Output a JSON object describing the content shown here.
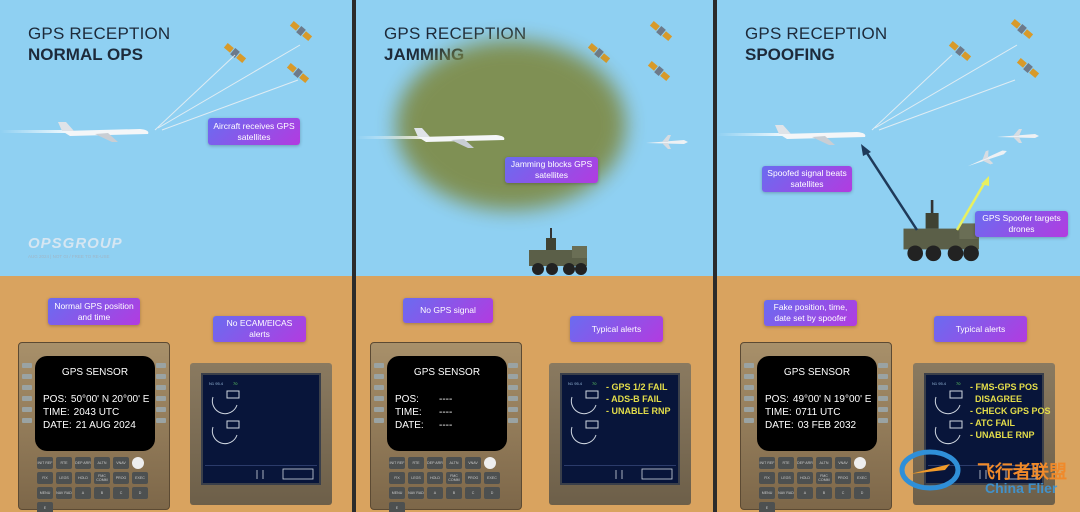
{
  "panels": [
    {
      "title_line1": "GPS RECEPTION",
      "title_line2": "NORMAL OPS",
      "scene_callout": "Aircraft receives GPS satellites",
      "cdu_callout": "Normal GPS position and time",
      "eicas_callout": "No ECAM/EICAS alerts",
      "cdu": {
        "header": "GPS SENSOR",
        "pos_label": "POS:",
        "pos": "50°00' N 20°00' E",
        "time_label": "TIME:",
        "time": "2043 UTC",
        "date_label": "DATE:",
        "date": "21 AUG 2024"
      },
      "alerts": []
    },
    {
      "title_line1": "GPS RECEPTION",
      "title_line2": "JAMMING",
      "scene_callout": "Jamming blocks GPS satellites",
      "cdu_callout": "No GPS signal",
      "eicas_callout": "Typical alerts",
      "cdu": {
        "header": "GPS SENSOR",
        "pos_label": "POS:",
        "pos": "----",
        "time_label": "TIME:",
        "time": "----",
        "date_label": "DATE:",
        "date": "----"
      },
      "alerts": [
        "- GPS 1/2 FAIL",
        "- ADS-B FAIL",
        "- UNABLE RNP"
      ]
    },
    {
      "title_line1": "GPS RECEPTION",
      "title_line2": "SPOOFING",
      "scene_callout": "Spoofed signal beats satellites",
      "scene_callout2": "GPS Spoofer targets drones",
      "cdu_callout": "Fake position, time, date set by spoofer",
      "eicas_callout": "Typical alerts",
      "cdu": {
        "header": "GPS SENSOR",
        "pos_label": "POS:",
        "pos": "49°00' N 19°00' E",
        "time_label": "TIME:",
        "time": "0711 UTC",
        "date_label": "DATE:",
        "date": "03 FEB 2032"
      },
      "alerts": [
        "- FMS-GPS POS",
        "  DISAGREE",
        "- CHECK GPS POS",
        "- ATC FAIL",
        "- UNABLE RNP"
      ]
    }
  ],
  "keypad": [
    "INIT REF",
    "RTE",
    "DEP ARR",
    "ALTN",
    "VNAV",
    "",
    "FIX",
    "LEGS",
    "HOLD",
    "FMC COMM",
    "PROG",
    "EXEC",
    "MENU",
    "NAV RAD",
    "A",
    "B",
    "C",
    "D",
    "E"
  ],
  "logo": {
    "name": "OPSGROUP",
    "subtitle": "AUG 2024 | NOT GI / FREE TO RE-USE"
  },
  "watermark": {
    "text_cn": "飞行者联盟",
    "text_en": "China Flier"
  },
  "colors": {
    "sky": "#8fd0f2",
    "ground": "#d9a35f",
    "alert": "#e3dd4a",
    "callout_from": "#6a6cf0",
    "callout_to": "#b23be0"
  }
}
